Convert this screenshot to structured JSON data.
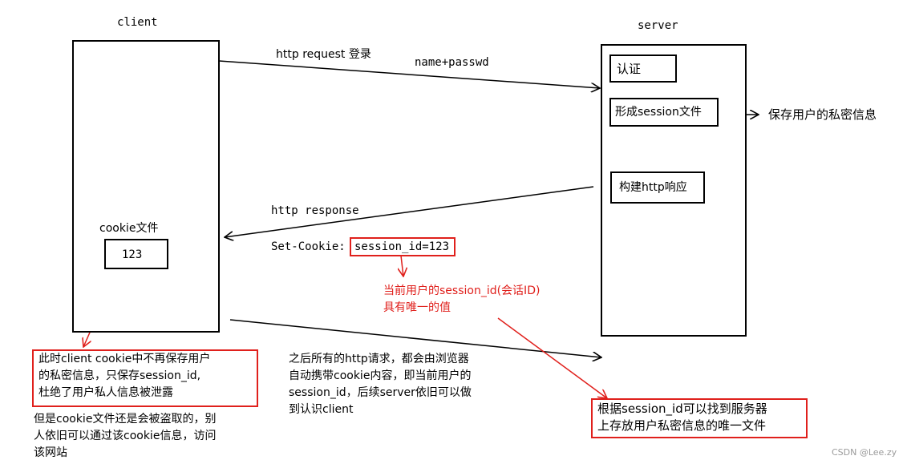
{
  "client": {
    "label": "client",
    "cookie_file_label": "cookie文件",
    "cookie_value": "123"
  },
  "server": {
    "label": "server",
    "auth": "认证",
    "session_file": "形成session文件",
    "build_response": "构建http响应",
    "save_note": "保存用户的私密信息"
  },
  "request": {
    "label": "http request 登录",
    "params": "name+passwd"
  },
  "response": {
    "label": "http response",
    "set_cookie_prefix": "Set-Cookie:",
    "session_id": "session_id=123"
  },
  "notes": {
    "session_id_desc": [
      "当前用户的session_id(会话ID)",
      "具有唯一的值"
    ],
    "client_cookie_note": [
      "此时client cookie中不再保存用户",
      "的私密信息，只保存session_id,",
      "杜绝了用户私人信息被泄露"
    ],
    "cookie_stolen_note": [
      "但是cookie文件还是会被盗取的，别",
      "人依旧可以通过该cookie信息，访问",
      "该网站"
    ],
    "subsequent_requests": [
      "之后所有的http请求，都会由浏览器",
      "自动携带cookie内容，即当前用户的",
      "session_id，后续server依旧可以做",
      "到认识client"
    ],
    "server_lookup_note": [
      "根据session_id可以找到服务器",
      "上存放用户私密信息的唯一文件"
    ]
  },
  "watermark": "CSDN @Lee.zy"
}
